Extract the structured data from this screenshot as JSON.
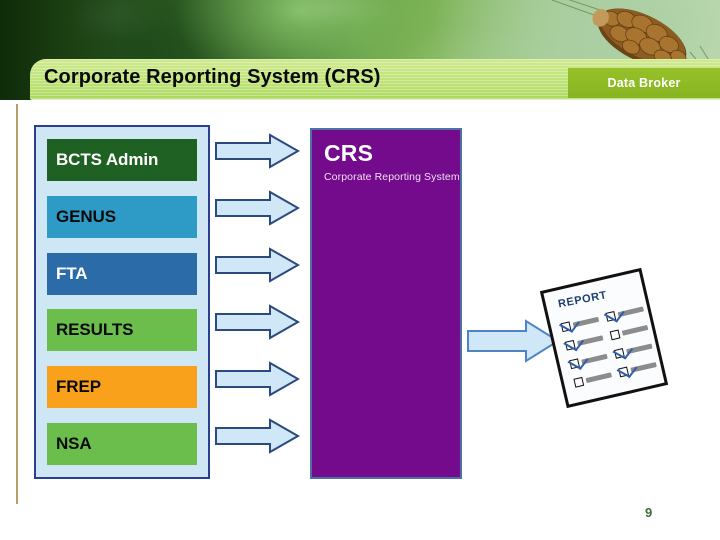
{
  "slide": {
    "title": "Corporate Reporting System (CRS)",
    "page_number": "9",
    "accent_green": "#8fbb25",
    "title_bar_green": "#b6de6c",
    "panel_blue": "#cfe7f4",
    "panel_border": "#2b3f8f",
    "crs_purple": "#730b8c",
    "arrow_fill": "#cfe7f7",
    "arrow_stroke": "#2b4a7d"
  },
  "header": {
    "tab_label": "Data Broker",
    "tab_icon": "data-broker-tab",
    "pinecone_icon": "pine-cone-image"
  },
  "systems_panel": {
    "name": "source-systems",
    "items": [
      {
        "label": "BCTS Admin",
        "bg": "#1f6123",
        "fg": "#ffffff"
      },
      {
        "label": "GENUS",
        "bg": "#2e9bc6",
        "fg": "#0a0a0a"
      },
      {
        "label": "FTA",
        "bg": "#2b6ca8",
        "fg": "#ffffff"
      },
      {
        "label": "RESULTS",
        "bg": "#6cbe4c",
        "fg": "#0a0a0a"
      },
      {
        "label": "FREP",
        "bg": "#f9a11b",
        "fg": "#0a0a0a"
      },
      {
        "label": "NSA",
        "bg": "#6cbe4c",
        "fg": "#0a0a0a"
      }
    ]
  },
  "flow_arrows": {
    "name": "feed-arrows",
    "count": 6,
    "direction": "right"
  },
  "crs": {
    "acronym": "CRS",
    "subtitle": "Corporate Reporting System"
  },
  "output_arrow": {
    "name": "output-arrow",
    "direction": "right"
  },
  "report": {
    "title": "REPORT",
    "rows": [
      {
        "left_checked": true,
        "right_checked": true
      },
      {
        "left_checked": true,
        "right_checked": false
      },
      {
        "left_checked": true,
        "right_checked": true
      },
      {
        "left_checked": false,
        "right_checked": true
      }
    ]
  }
}
